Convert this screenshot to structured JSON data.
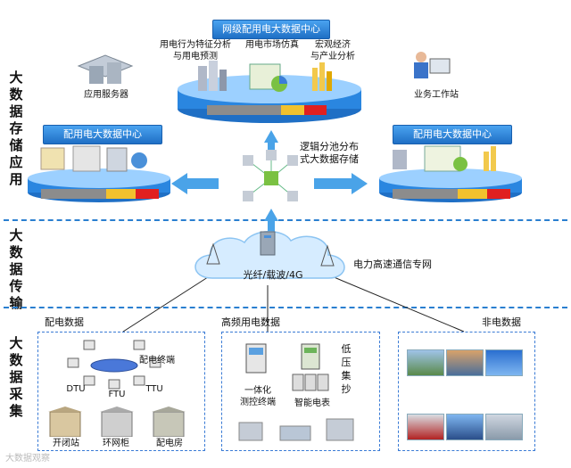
{
  "layers": {
    "storage_app": "大数据存储应用",
    "transport": "大数据传输",
    "collection": "大数据采集"
  },
  "center_node": {
    "title": "网级配用电大数据中心",
    "features": [
      "用电行为特征分析\n与用电预测",
      "用电市场仿真",
      "宏观经济\n与产业分析"
    ]
  },
  "left_node": {
    "title": "配用电大数据中心"
  },
  "right_node": {
    "title": "配用电大数据中心"
  },
  "app_server": "应用服务器",
  "workstation": "业务工作站",
  "distributed_storage": "逻辑分池分布\n式大数据存储",
  "network": {
    "cloud_label": "光纤/载波/4G",
    "name": "电力高速通信专网"
  },
  "groups": {
    "distribution": {
      "title": "配电数据",
      "terminal": "配电终端",
      "dtu": "DTU",
      "ftu": "FTU",
      "ttu": "TTU",
      "stations": [
        "开闭站",
        "环网柜",
        "配电房"
      ]
    },
    "hf_usage": {
      "title": "高频用电数据",
      "devices": [
        "一体化\n测控终端",
        "智能电表"
      ],
      "side_label": "低\n压\n集\n抄"
    },
    "non_power": {
      "title": "非电数据"
    }
  },
  "watermark": "大数据观察"
}
